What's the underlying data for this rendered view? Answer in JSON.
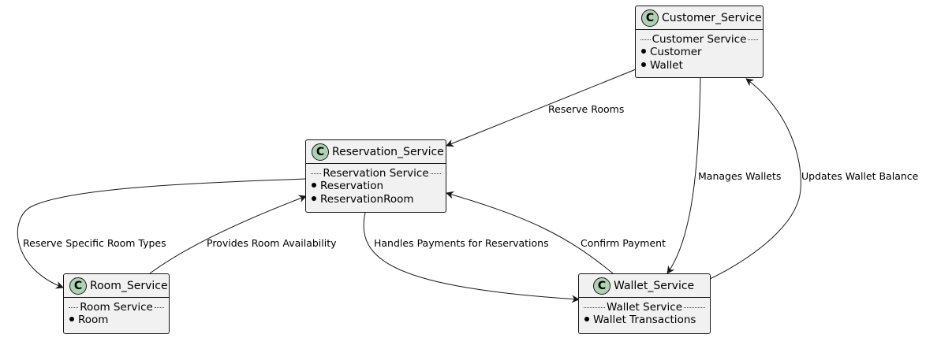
{
  "classes": {
    "customer": {
      "icon": "C",
      "name": "Customer_Service",
      "section": "Customer Service",
      "members": [
        "Customer",
        "Wallet"
      ]
    },
    "reservation": {
      "icon": "C",
      "name": "Reservation_Service",
      "section": "Reservation Service",
      "members": [
        "Reservation",
        "ReservationRoom"
      ]
    },
    "room": {
      "icon": "C",
      "name": "Room_Service",
      "section": "Room Service",
      "members": [
        "Room"
      ]
    },
    "wallet": {
      "icon": "C",
      "name": "Wallet_Service",
      "section": "Wallet Service",
      "members": [
        "Wallet Transactions"
      ]
    }
  },
  "edges": {
    "reserve_rooms": "Reserve Rooms",
    "manages_wallets": "Manages Wallets",
    "updates_wallet_balance": "Updates Wallet Balance",
    "reserve_specific_room_types": "Reserve Specific Room Types",
    "provides_room_availability": "Provides Room Availability",
    "handles_payments": "Handles Payments for Reservations",
    "confirm_payment": "Confirm Payment"
  },
  "colors": {
    "class_fill": "#F1F1F1",
    "class_icon": "#ADD1B2",
    "border": "#181818"
  }
}
